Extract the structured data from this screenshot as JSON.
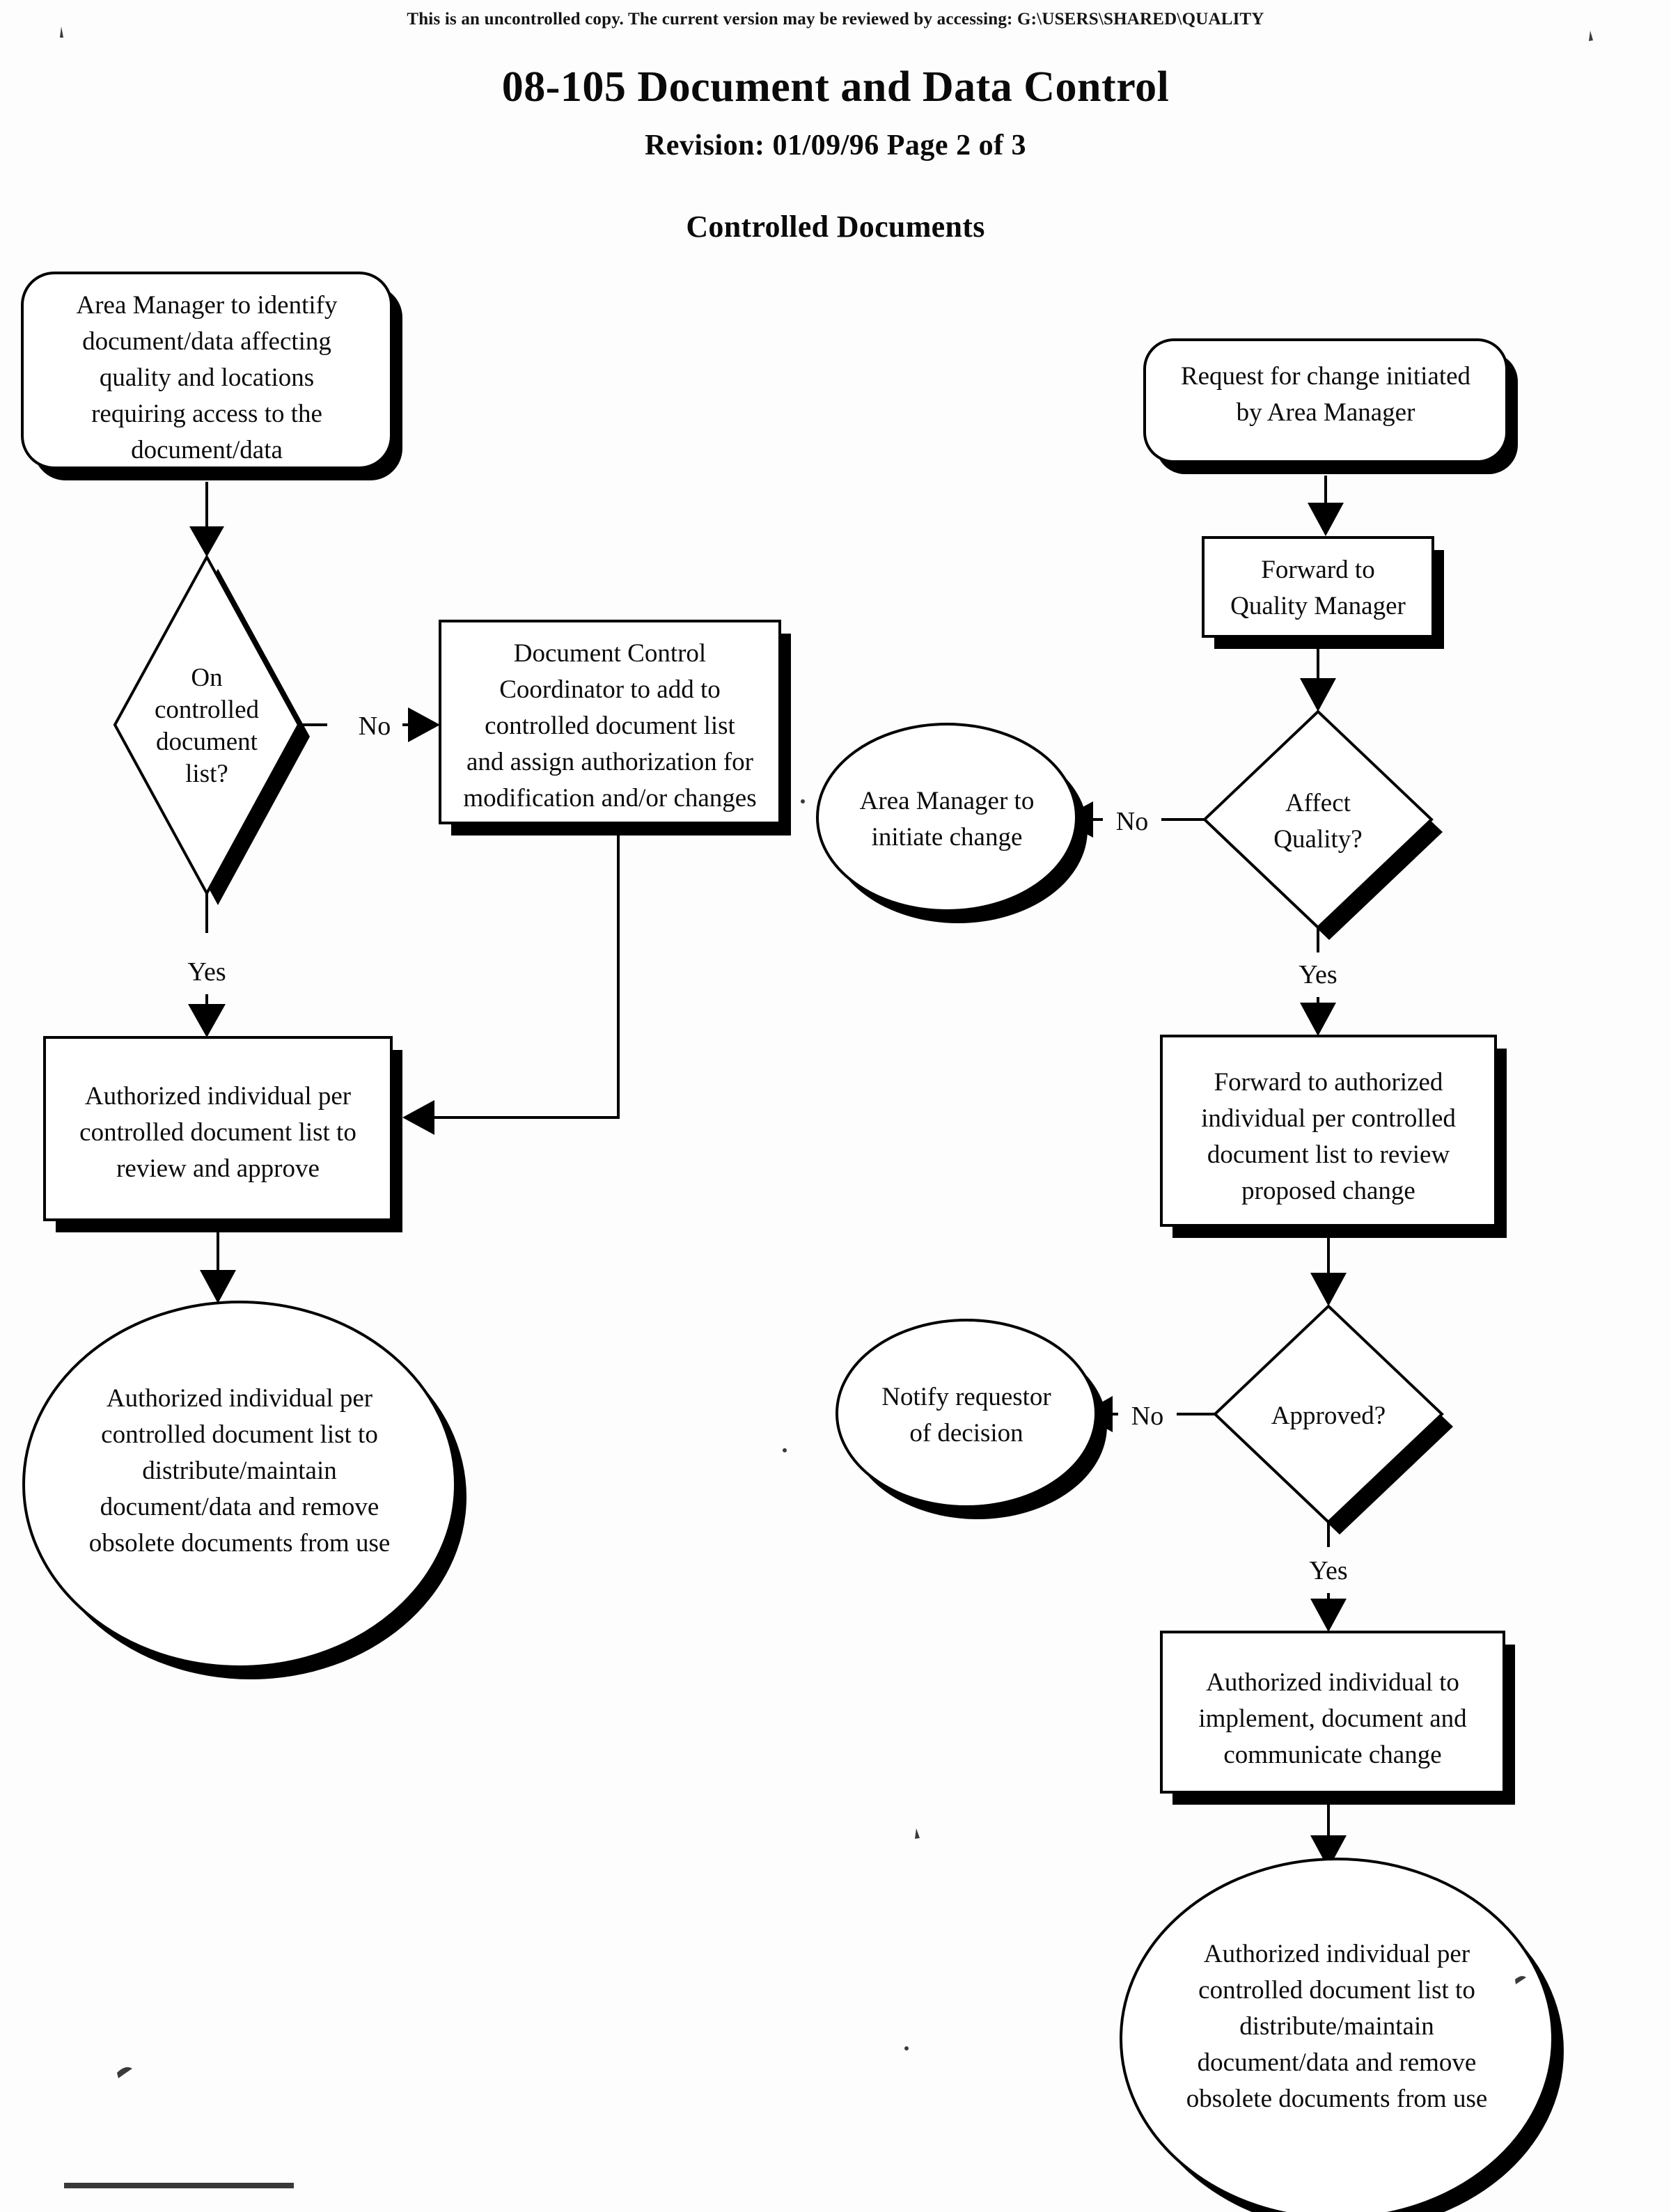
{
  "header": {
    "uncontrolled_notice": "This is an uncontrolled copy.  The current version may be reviewed by accessing:  G:\\USERS\\SHARED\\QUALITY",
    "title": "08-105 Document and Data Control",
    "revision_line": "Revision:  01/09/96     Page 2 of 3",
    "section_title": "Controlled Documents"
  },
  "colors": {
    "ink": "#000000",
    "paper": "#ffffff",
    "shadow": "#000000"
  },
  "chart_data": {
    "type": "flowchart",
    "title": "Controlled Documents",
    "nodes": [
      {
        "id": "n1",
        "shape": "rounded-rectangle",
        "column": "left",
        "lines": [
          "Area Manager to identify",
          "document/data affecting",
          "quality and locations",
          "requiring access to the",
          "document/data"
        ]
      },
      {
        "id": "n2",
        "shape": "diamond",
        "column": "left",
        "lines": [
          "On",
          "controlled",
          "document",
          "list?"
        ]
      },
      {
        "id": "n3",
        "shape": "rectangle",
        "column": "left-mid",
        "lines": [
          "Document Control",
          "Coordinator to add to",
          "controlled document list",
          "and assign authorization for",
          "modification and/or changes"
        ]
      },
      {
        "id": "n4",
        "shape": "rectangle",
        "column": "left",
        "lines": [
          "Authorized individual per",
          "controlled document list to",
          "review  and approve"
        ]
      },
      {
        "id": "n5",
        "shape": "ellipse",
        "column": "left",
        "lines": [
          "Authorized individual per",
          "controlled document list to",
          "distribute/maintain",
          "document/data and remove",
          "obsolete documents from use"
        ]
      },
      {
        "id": "n6",
        "shape": "rounded-rectangle",
        "column": "right",
        "lines": [
          "Request for change initiated",
          "by Area Manager"
        ]
      },
      {
        "id": "n7",
        "shape": "rectangle",
        "column": "right",
        "lines": [
          "Forward to",
          "Quality Manager"
        ]
      },
      {
        "id": "n8",
        "shape": "diamond",
        "column": "right",
        "lines": [
          "Affect",
          "Quality?"
        ]
      },
      {
        "id": "n9",
        "shape": "ellipse",
        "column": "right-mid",
        "lines": [
          "Area Manager to",
          "initiate change"
        ]
      },
      {
        "id": "n10",
        "shape": "rectangle",
        "column": "right",
        "lines": [
          "Forward to authorized",
          "individual per controlled",
          "document list to review",
          "proposed change"
        ]
      },
      {
        "id": "n11",
        "shape": "diamond",
        "column": "right",
        "lines": [
          "Approved?"
        ]
      },
      {
        "id": "n12",
        "shape": "ellipse",
        "column": "right-mid",
        "lines": [
          "Notify requestor",
          "of decision"
        ]
      },
      {
        "id": "n13",
        "shape": "rectangle",
        "column": "right",
        "lines": [
          "Authorized individual to",
          "implement, document and",
          "communicate change"
        ]
      },
      {
        "id": "n14",
        "shape": "ellipse",
        "column": "right",
        "lines": [
          "Authorized individual per",
          "controlled document list to",
          "distribute/maintain",
          "document/data and remove",
          "obsolete documents from use"
        ]
      }
    ],
    "edges": [
      {
        "from": "n1",
        "to": "n2",
        "label": ""
      },
      {
        "from": "n2",
        "to": "n3",
        "label": "No"
      },
      {
        "from": "n2",
        "to": "n4",
        "label": "Yes"
      },
      {
        "from": "n3",
        "to": "n4",
        "label": ""
      },
      {
        "from": "n4",
        "to": "n5",
        "label": ""
      },
      {
        "from": "n6",
        "to": "n7",
        "label": ""
      },
      {
        "from": "n7",
        "to": "n8",
        "label": ""
      },
      {
        "from": "n8",
        "to": "n9",
        "label": "No"
      },
      {
        "from": "n8",
        "to": "n10",
        "label": "Yes"
      },
      {
        "from": "n10",
        "to": "n11",
        "label": ""
      },
      {
        "from": "n11",
        "to": "n12",
        "label": "No"
      },
      {
        "from": "n11",
        "to": "n13",
        "label": "Yes"
      },
      {
        "from": "n13",
        "to": "n14",
        "label": ""
      }
    ],
    "edge_labels": {
      "no_left": "No",
      "yes_left": "Yes",
      "no_quality": "No",
      "yes_quality": "Yes",
      "no_approved": "No",
      "yes_approved": "Yes"
    }
  }
}
